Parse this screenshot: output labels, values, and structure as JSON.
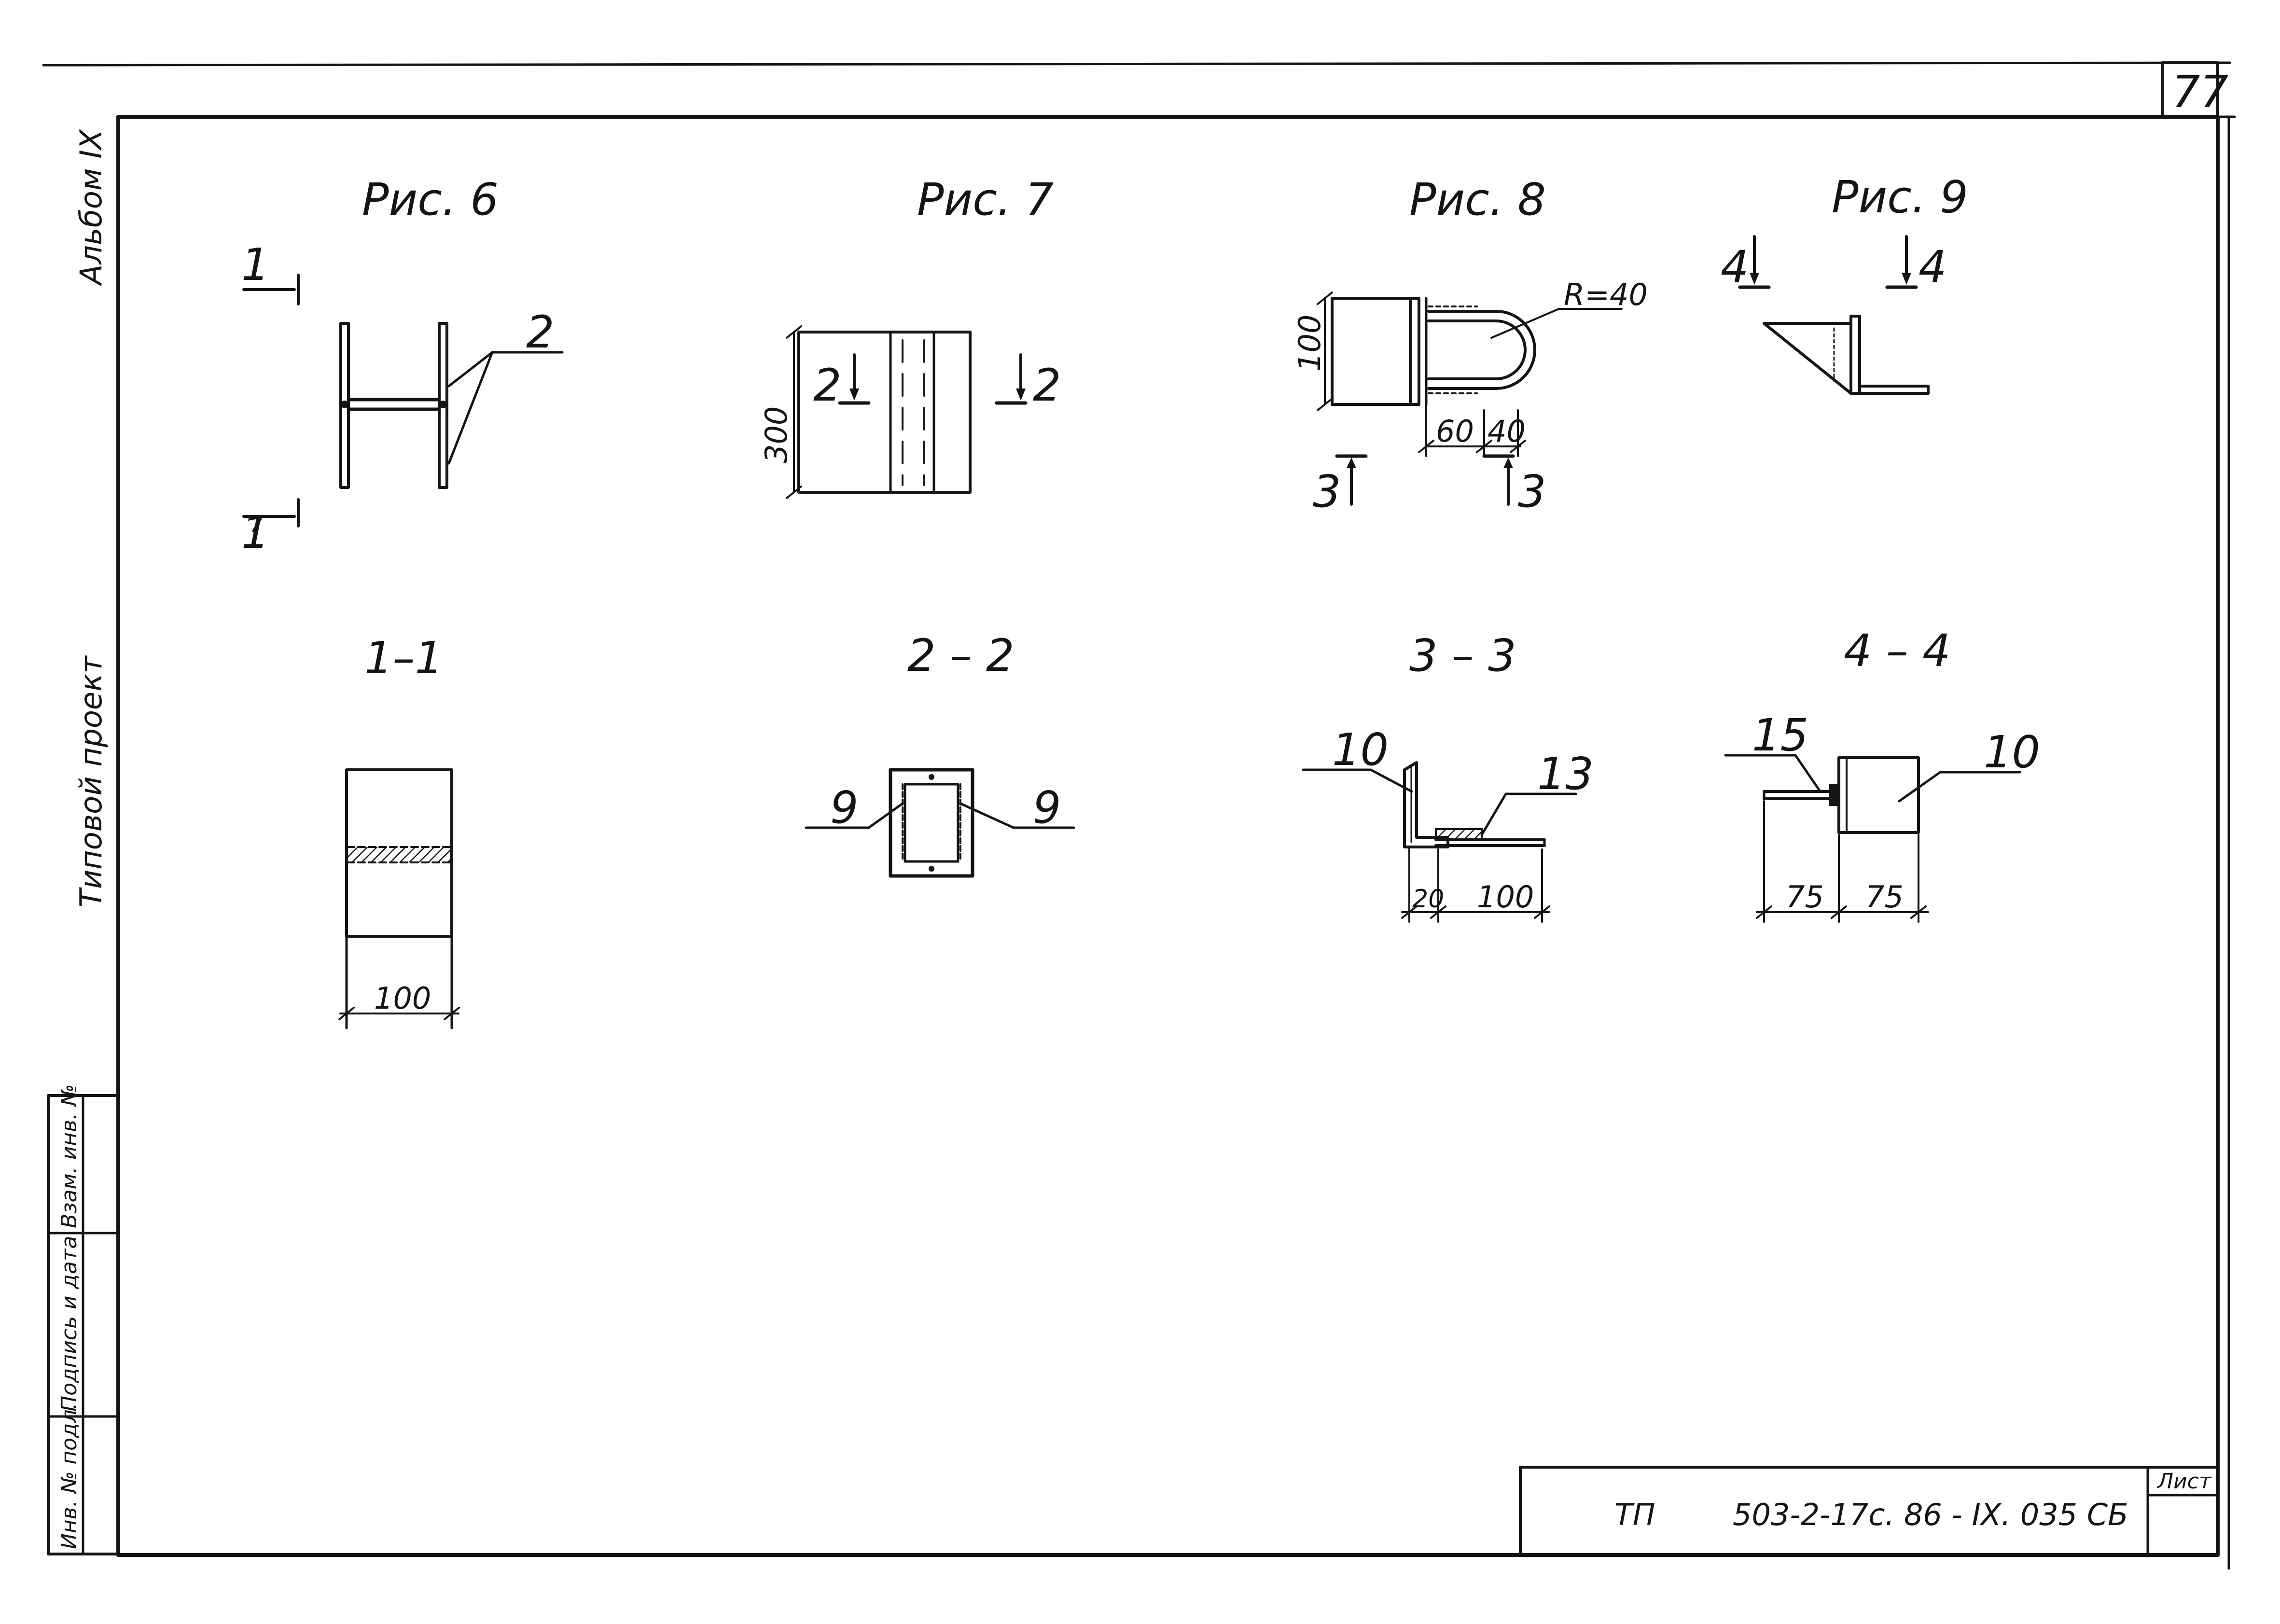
{
  "sheet_number": "77",
  "side_labels": {
    "album": "Альбом IX",
    "project": "Типовой проект"
  },
  "stamp_labels": {
    "inv": "Инв. № подл.",
    "sign": "Подпись и дата",
    "replace": "Взам. инв. №"
  },
  "title_block": {
    "prefix": "ТП",
    "code": "503-2-17с. 86 - IX. 035 СБ",
    "sheet_label": "Лист"
  },
  "figures": {
    "fig6": {
      "title": "Рис. 6",
      "cut_mark": "1",
      "leader": "2"
    },
    "fig7": {
      "title": "Рис. 7",
      "cut_mark": "2",
      "dim_height": "300"
    },
    "fig8": {
      "title": "Рис. 8",
      "cut_mark": "3",
      "radius": "R=40",
      "dim_height": "100",
      "dim_a": "60",
      "dim_b": "40"
    },
    "fig9": {
      "title": "Рис. 9",
      "cut_mark": "4"
    }
  },
  "sections": {
    "s11": {
      "title": "1–1",
      "dim_width": "100"
    },
    "s22": {
      "title": "2 – 2",
      "leader_left": "9",
      "leader_right": "9"
    },
    "s33": {
      "title": "3 – 3",
      "leader_left": "10",
      "leader_right": "13",
      "dim_a": "20",
      "dim_b": "100"
    },
    "s44": {
      "title": "4 – 4",
      "leader_left": "15",
      "leader_right": "10",
      "dim_a": "75",
      "dim_b": "75"
    }
  }
}
